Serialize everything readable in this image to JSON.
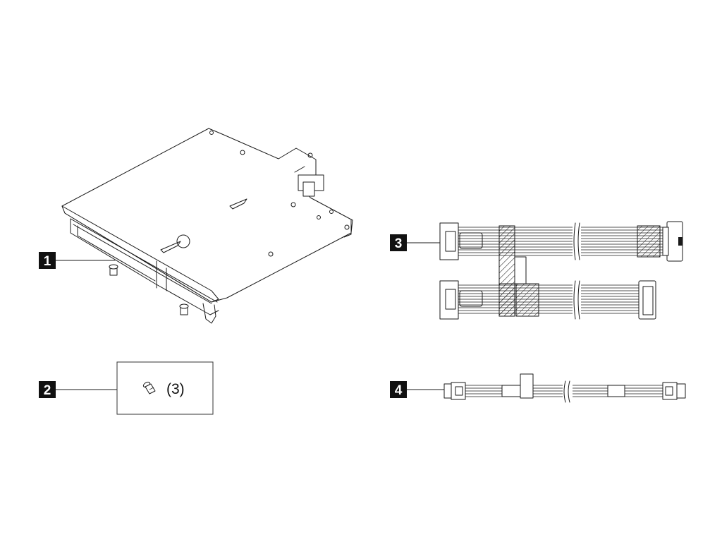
{
  "callouts": [
    {
      "label": "1"
    },
    {
      "label": "2"
    },
    {
      "label": "3"
    },
    {
      "label": "4"
    }
  ],
  "screw_quantity": "(3)",
  "colors": {
    "line": "#1a1a1a",
    "callout_bg": "#111111",
    "callout_text": "#ffffff",
    "hatch": "#1a1a1a"
  },
  "icons": [
    "riser-cage-bracket",
    "screw-icon",
    "y-split-signal-cable",
    "power-cable"
  ]
}
